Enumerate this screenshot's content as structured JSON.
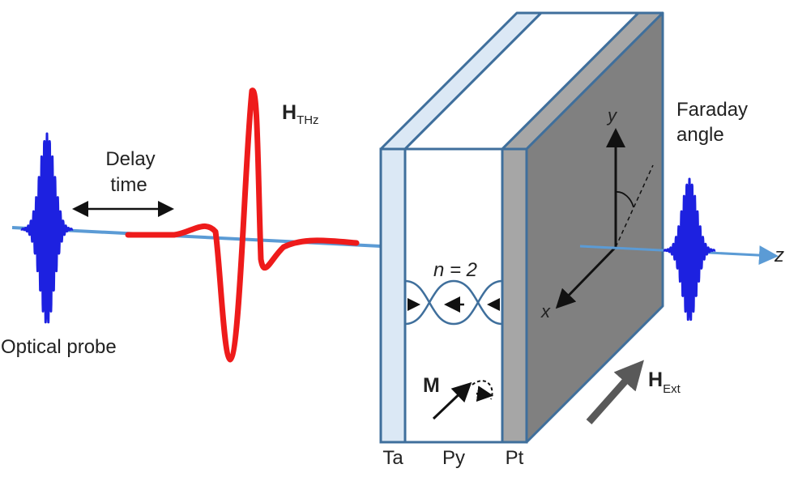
{
  "labels": {
    "delay_line1": "Delay",
    "delay_line2": "time",
    "optical_probe": "Optical probe",
    "h_thz_main": "H",
    "h_thz_sub": "THz",
    "faraday_line1": "Faraday",
    "faraday_line2": "angle",
    "mode": "n = 2",
    "magnetization": "M",
    "h_ext_main": "H",
    "h_ext_sub": "Ext",
    "axis_x": "x",
    "axis_y": "y",
    "axis_z": "z",
    "layer_ta": "Ta",
    "layer_py": "Py",
    "layer_pt": "Pt"
  },
  "colors": {
    "beam": "#5b9bd5",
    "probe_pulse": "#1d21e0",
    "thz_pulse": "#ee1b1b",
    "ta_layer": "#dbe8f5",
    "py_layer": "#ffffff",
    "pt_layer": "#a6a6a6",
    "substrate_side": "#808080",
    "outline": "#3f6f9c",
    "h_ext_arrow": "#595959"
  }
}
